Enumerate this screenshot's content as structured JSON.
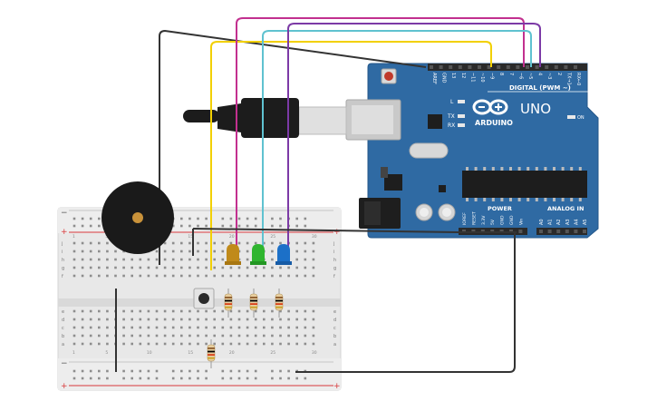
{
  "arduino": {
    "brand": "ARDUINO",
    "model": "UNO",
    "label_digital": "DIGITAL (PWM ~)",
    "label_power": "POWER",
    "label_analog": "ANALOG IN",
    "label_on": "ON",
    "led_l": "L",
    "led_tx": "TX",
    "led_rx": "RX",
    "digital_pins": [
      "AREF",
      "GND",
      "13",
      "12",
      "~11",
      "~10",
      "~9",
      "8",
      "7",
      "~6",
      "~5",
      "4",
      "~3",
      "2",
      "TX→1",
      "RX←0"
    ],
    "power_pins": [
      "IOREF",
      "RESET",
      "3.3V",
      "5V",
      "GND",
      "GND",
      "Vin"
    ],
    "analog_pins": [
      "A0",
      "A1",
      "A2",
      "A3",
      "A4",
      "A5"
    ],
    "board_color": "#2f6aa3",
    "header_color": "#2a2a2a"
  },
  "breadboard": {
    "row_letters_top": [
      "j",
      "i",
      "h",
      "g",
      "f"
    ],
    "row_letters_bottom": [
      "e",
      "d",
      "c",
      "b",
      "a"
    ],
    "plus_sign": "+",
    "minus_sign": "−",
    "column_numbers": [
      "1",
      "5",
      "10",
      "15",
      "20",
      "25",
      "30"
    ],
    "body_color": "#e9e9e9"
  },
  "components": {
    "leds": [
      {
        "color": "#c08a1a",
        "name": "amber"
      },
      {
        "color": "#2fb52f",
        "name": "green"
      },
      {
        "color": "#1c70c8",
        "name": "blue"
      }
    ],
    "buzzer_color": "#1a1a1a",
    "buzzer_center": "#c9923a"
  },
  "wires": [
    {
      "name": "yellow",
      "color": "#f2d000"
    },
    {
      "name": "magenta",
      "color": "#c2308f"
    },
    {
      "name": "cyan",
      "color": "#5fc2d0"
    },
    {
      "name": "purple",
      "color": "#7c3aa6"
    },
    {
      "name": "black",
      "color": "#333333"
    }
  ]
}
